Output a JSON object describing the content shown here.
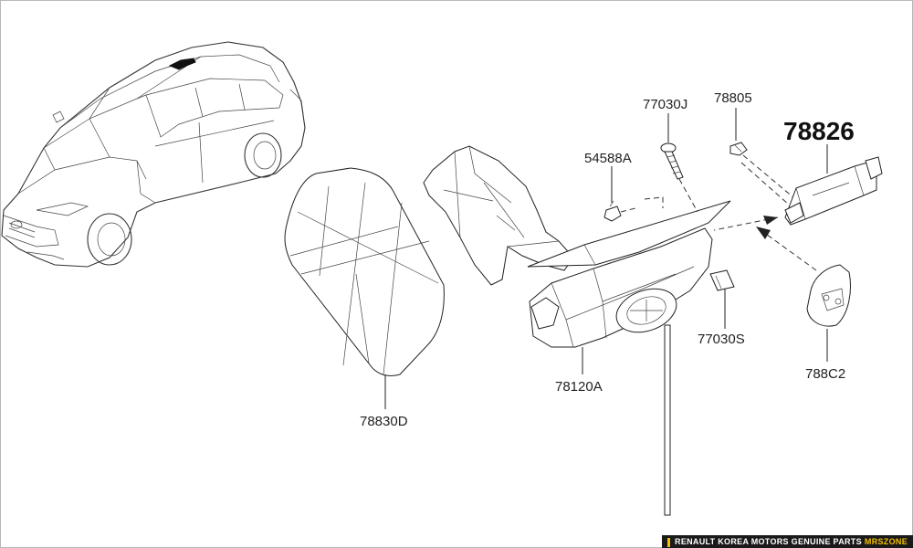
{
  "parts": {
    "highlight": "78826",
    "p_78805": "78805",
    "p_77030J": "77030J",
    "p_54588A": "54588A",
    "p_77030S": "77030S",
    "p_78120A": "78120A",
    "p_78830D": "78830D",
    "p_788C2": "788C2"
  },
  "footer": {
    "text": "RENAULT KOREA MOTORS GENUINE PARTS",
    "brand": "MRSZONE"
  },
  "colors": {
    "footer_bg": "#1a1a1a",
    "footer_text": "#ffffff",
    "footer_brand": "#f2c200",
    "line": "#222222"
  }
}
